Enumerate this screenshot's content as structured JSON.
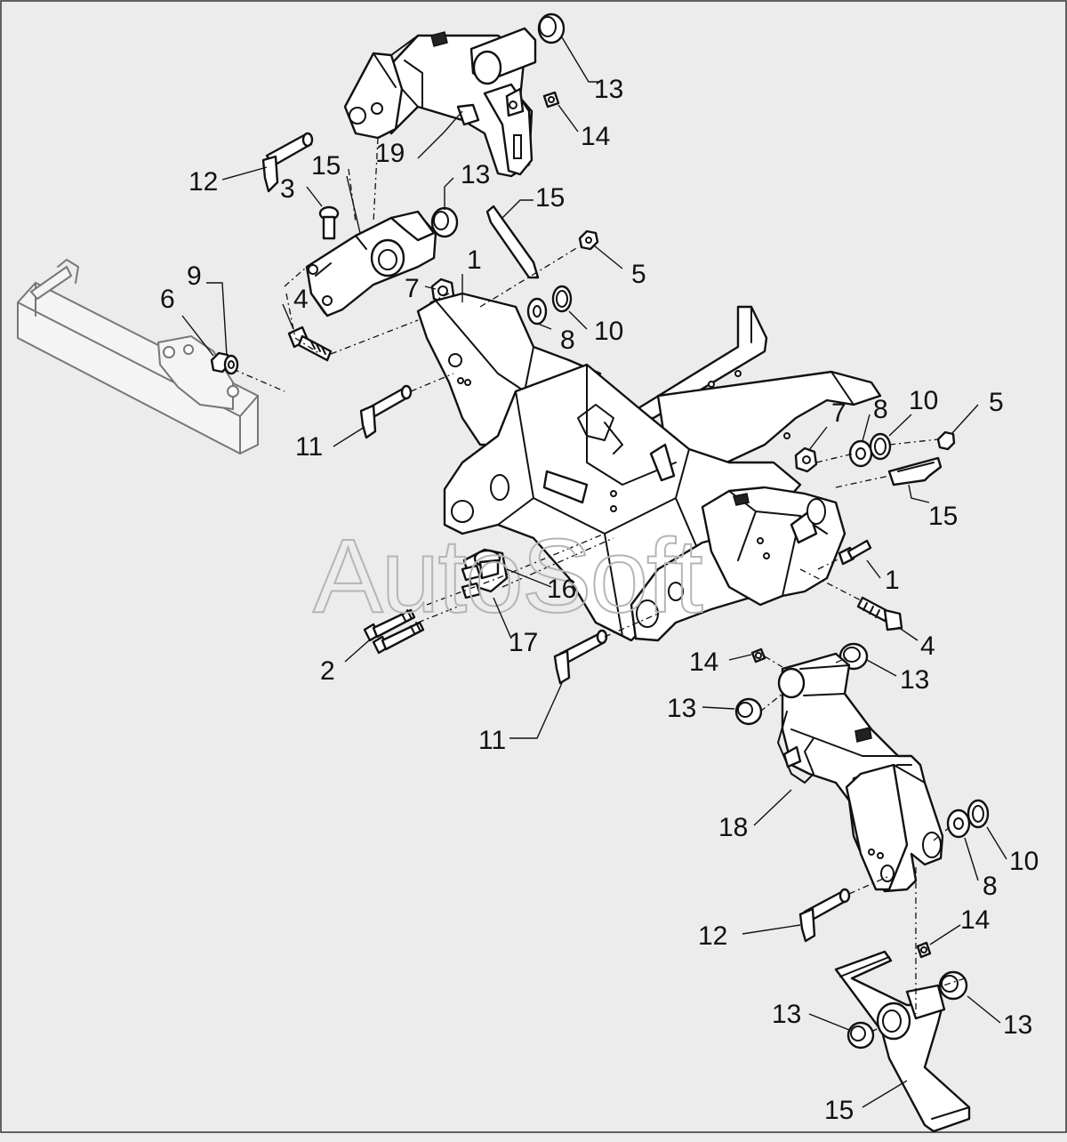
{
  "watermark": "AutoSoft",
  "callouts": [
    {
      "id": "c13a",
      "label": "13"
    },
    {
      "id": "c14a",
      "label": "14"
    },
    {
      "id": "c19",
      "label": "19"
    },
    {
      "id": "c12a",
      "label": "12"
    },
    {
      "id": "c15a",
      "label": "15"
    },
    {
      "id": "c3",
      "label": "3"
    },
    {
      "id": "c13b",
      "label": "13"
    },
    {
      "id": "c15b",
      "label": "15"
    },
    {
      "id": "c5a",
      "label": "5"
    },
    {
      "id": "c1a",
      "label": "1"
    },
    {
      "id": "c9",
      "label": "9"
    },
    {
      "id": "c6",
      "label": "6"
    },
    {
      "id": "c4a",
      "label": "4"
    },
    {
      "id": "c7a",
      "label": "7"
    },
    {
      "id": "c8a",
      "label": "8"
    },
    {
      "id": "c10a",
      "label": "10"
    },
    {
      "id": "c11a",
      "label": "11"
    },
    {
      "id": "c7b",
      "label": "7"
    },
    {
      "id": "c8b",
      "label": "8"
    },
    {
      "id": "c10b",
      "label": "10"
    },
    {
      "id": "c5b",
      "label": "5"
    },
    {
      "id": "c15c",
      "label": "15"
    },
    {
      "id": "c1b",
      "label": "1"
    },
    {
      "id": "c16",
      "label": "16"
    },
    {
      "id": "c17",
      "label": "17"
    },
    {
      "id": "c4b",
      "label": "4"
    },
    {
      "id": "c2",
      "label": "2"
    },
    {
      "id": "c14b",
      "label": "14"
    },
    {
      "id": "c13c",
      "label": "13"
    },
    {
      "id": "c13d",
      "label": "13"
    },
    {
      "id": "c11b",
      "label": "11"
    },
    {
      "id": "c18",
      "label": "18"
    },
    {
      "id": "c10c",
      "label": "10"
    },
    {
      "id": "c8c",
      "label": "8"
    },
    {
      "id": "c12b",
      "label": "12"
    },
    {
      "id": "c14c",
      "label": "14"
    },
    {
      "id": "c13e",
      "label": "13"
    },
    {
      "id": "c13f",
      "label": "13"
    },
    {
      "id": "c15d",
      "label": "15"
    }
  ]
}
